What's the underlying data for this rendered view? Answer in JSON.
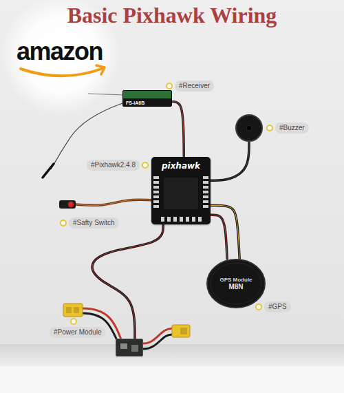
{
  "diagram": {
    "title": "Basic Pixhawk Wiring",
    "nodes": [
      {
        "text": [
          "#Receiver",
          "FS-iA6B"
        ]
      },
      {
        "text": [
          "#Buzzer"
        ]
      },
      {
        "text": [
          "#Pixhawk2.4.8",
          "pixhawk"
        ]
      },
      {
        "text": [
          "#Safty Switch"
        ]
      },
      {
        "text": [
          "GPS Module",
          "M8N",
          "#GPS"
        ]
      },
      {
        "text": [
          "#Power Module"
        ]
      }
    ],
    "edges": [
      {
        "from": 0,
        "to": 2,
        "arrow": "none"
      },
      {
        "from": 1,
        "to": 2,
        "arrow": "none"
      },
      {
        "from": 3,
        "to": 2,
        "arrow": "none"
      },
      {
        "from": 4,
        "to": 2,
        "arrow": "none"
      },
      {
        "from": 4,
        "to": 2,
        "arrow": "none"
      },
      {
        "from": 5,
        "to": 2,
        "arrow": "none"
      }
    ],
    "labels": [
      "amazon"
    ]
  }
}
